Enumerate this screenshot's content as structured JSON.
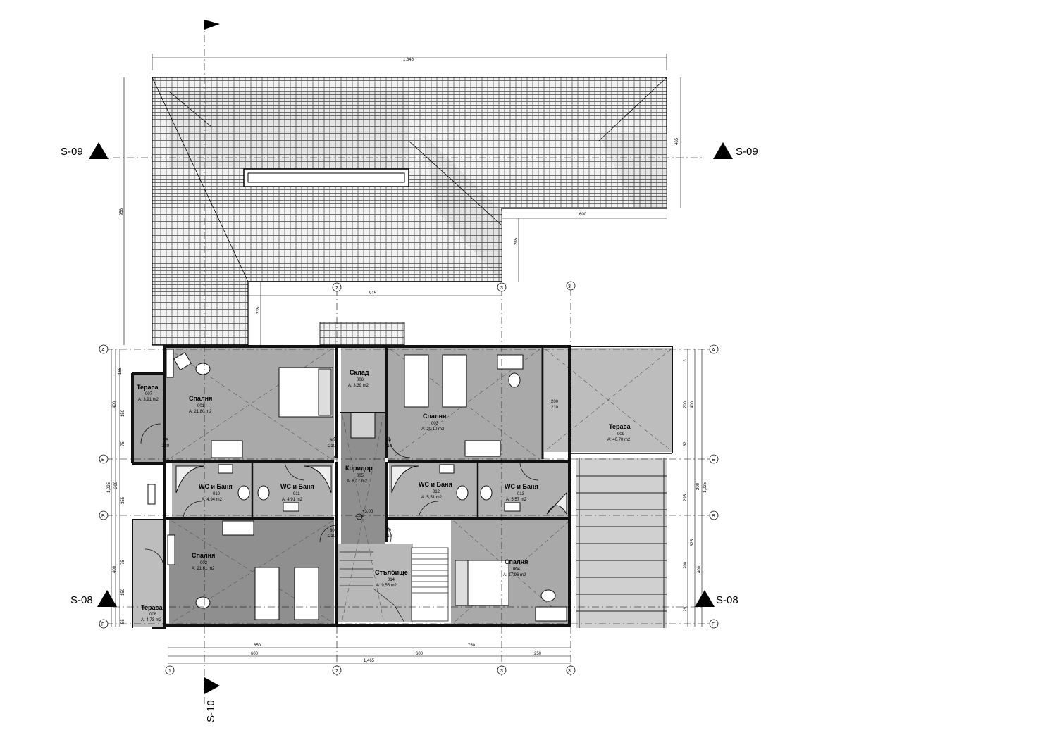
{
  "sections": {
    "s09": "S-09",
    "s08": "S-08",
    "s10": "S-10"
  },
  "dimensions": {
    "top_total": "1,846",
    "roof_right": "465",
    "roof_600": "600",
    "roof_265": "265",
    "left_total": "958",
    "mid_915": "915",
    "mid_235": "235",
    "bottom_650": "650",
    "bottom_750": "750",
    "bottom_600a": "600",
    "bottom_600b": "600",
    "bottom_250": "250",
    "bottom_total": "1,465",
    "left_165": "165",
    "left_400a": "400",
    "left_150a": "150",
    "left_75a": "75",
    "left_1025": "1,025",
    "left_200": "200",
    "left_355": "355",
    "left_400b": "400",
    "left_75b": "75",
    "left_150b": "150",
    "left_55": "55",
    "right_113": "113",
    "right_200a": "200",
    "right_400": "400",
    "right_82": "82",
    "right_1025": "1,025",
    "right_200b": "200",
    "right_295": "295",
    "right_625": "625",
    "right_200c": "200",
    "right_400b": "400",
    "right_129": "129"
  },
  "axes": {
    "a_left": "А",
    "b_left": "Б",
    "v_left": "В",
    "g_left": "Г",
    "a_right": "А",
    "b_right": "Б",
    "v_right": "В",
    "g_right": "Г",
    "n1": "1",
    "n2_top": "2",
    "n2_bottom": "2",
    "n3_top": "3",
    "n3_bottom": "3",
    "n3p_top": "3'",
    "n3p_bottom": "3'"
  },
  "rooms": {
    "terrace_007": {
      "name": "Тераса",
      "num": "007",
      "area": "A: 3,91 m2"
    },
    "bedroom_001": {
      "name": "Спалня",
      "num": "001",
      "area": "A: 21,80 m2"
    },
    "storage_006": {
      "name": "Склад",
      "num": "006",
      "area": "A: 3,39 m2"
    },
    "bedroom_003": {
      "name": "Спалня",
      "num": "003",
      "area": "A: 20,10 m2"
    },
    "terrace_009": {
      "name": "Тераса",
      "num": "009",
      "area": "A: 40,70 m2"
    },
    "wc_010": {
      "name": "WC и Баня",
      "num": "010",
      "area": "A: 4,94 m2"
    },
    "wc_011": {
      "name": "WC и Баня",
      "num": "011",
      "area": "A: 4,91 m2"
    },
    "corridor_005": {
      "name": "Коридор",
      "num": "005",
      "area": "A: 8,17 m2"
    },
    "wc_012": {
      "name": "WC и Баня",
      "num": "012",
      "area": "A: 5,51 m2"
    },
    "wc_013": {
      "name": "WC и Баня",
      "num": "013",
      "area": "A: 5,57 m2"
    },
    "bedroom_002": {
      "name": "Спалня",
      "num": "002",
      "area": "A: 21,61 m2"
    },
    "stairs_014": {
      "name": "Стълбище",
      "num": "014",
      "area": "A: 9,55 m2"
    },
    "bedroom_004": {
      "name": "Спалня",
      "num": "004",
      "area": "A: 17,96 m2"
    },
    "terrace_008": {
      "name": "Тераса",
      "num": "008",
      "area": "A: 4,73 m2"
    }
  },
  "level_mark": "+3,00",
  "door_labels": {
    "d80a": "80",
    "d210a": "210",
    "d80b": "80",
    "d210b": "210",
    "d80c": "80",
    "d210c": "210",
    "d80d": "80",
    "d210d": "210",
    "d200": "200",
    "d210e": "210",
    "d75": "75",
    "d230": "230"
  },
  "colors": {
    "room_fill": "#a9a9a9",
    "room_dark": "#8f8f8f",
    "roof_fill": "#e6e6e6",
    "terrace_fill": "#bdbdbd",
    "wall": "#111111"
  }
}
